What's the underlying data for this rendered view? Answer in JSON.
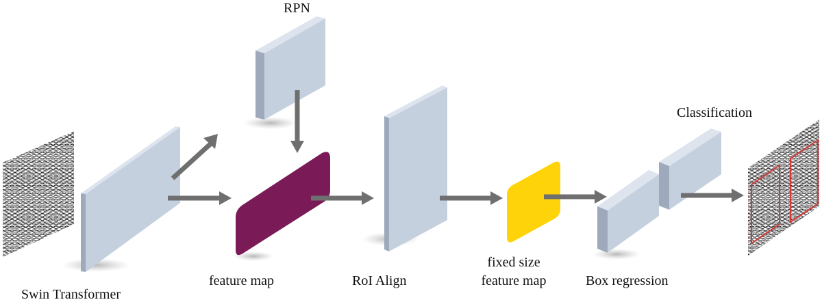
{
  "labels": {
    "rpn": "RPN",
    "swin": "Swin Transformer",
    "feature_map": "feature map",
    "roi_align": "RoI Align",
    "fixed_line1": "fixed size",
    "fixed_line2": "feature map",
    "box_regression": "Box regression",
    "classification": "Classification"
  },
  "colors": {
    "block_front": "#c5d0df",
    "block_side": "#9eaabb",
    "block_top": "#dde4ee",
    "feature_map": "#7a1b58",
    "fixed_map": "#ffd30a",
    "arrow": "#6f6f6f",
    "detection_box": "#d23a3a"
  }
}
